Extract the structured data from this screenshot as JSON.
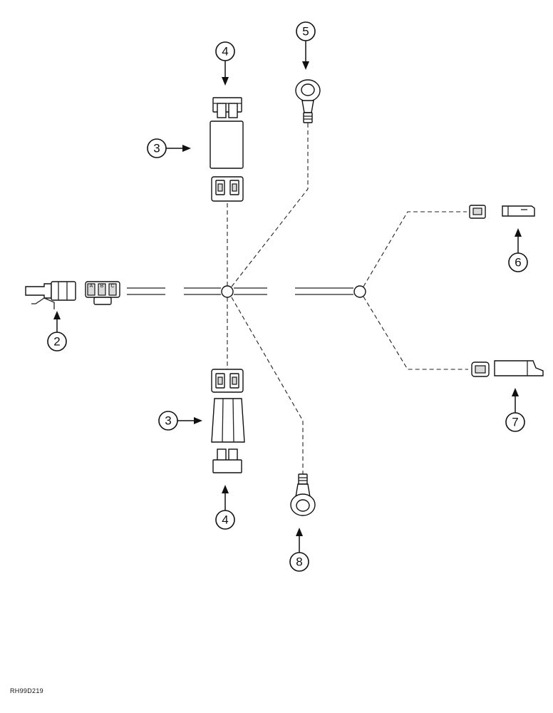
{
  "callouts": {
    "c2": "2",
    "c3_top": "3",
    "c3_bottom": "3",
    "c4_top": "4",
    "c4_bottom": "4",
    "c5": "5",
    "c6": "6",
    "c7": "7",
    "c8": "8"
  },
  "connector_letters": [
    "A",
    "B",
    "C"
  ],
  "figure_ref": "RH99D219"
}
